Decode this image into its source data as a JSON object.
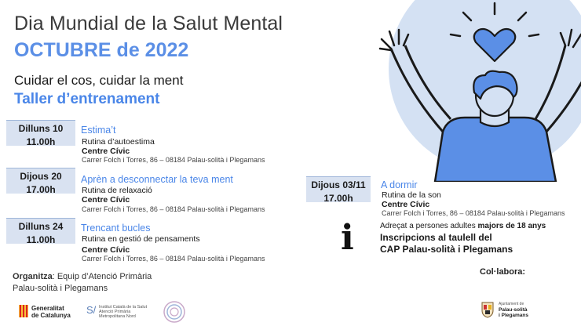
{
  "header": {
    "title": "Dia Mundial de la Salut Mental",
    "subtitle": "OCTUBRE de 2022",
    "tagline": "Cuidar el cos, cuidar la ment",
    "workshop": "Taller d’entrenament"
  },
  "events": [
    {
      "day": "Dilluns 10",
      "time": "11.00h",
      "title": "Estima’t",
      "activity": "Rutina d’autoestima",
      "place": "Centre Cívic",
      "address": "Carrer Folch i Torres, 86 – 08184 Palau-solità i Plegamans"
    },
    {
      "day": "Dijous 20",
      "time": "17.00h",
      "title": "Aprèn a desconnectar la teva ment",
      "activity": "Rutina de relaxació",
      "place": "Centre Cívic",
      "address": "Carrer Folch i Torres, 86 – 08184 Palau-solità i Plegamans"
    },
    {
      "day": "Dilluns 24",
      "time": "11.00h",
      "title": "Trencant bucles",
      "activity": "Rutina en gestió de pensaments",
      "place": "Centre Cívic",
      "address": "Carrer Folch i Torres, 86 – 08184 Palau-solità i Plegamans"
    },
    {
      "day": "Dijous 03/11",
      "time": "17.00h",
      "title": "A dormir",
      "activity": "Rutina de la son",
      "place": "Centre Cívic",
      "address": "Carrer Folch i Torres, 86 – 08184 Palau-solità i Plegamans"
    }
  ],
  "info": {
    "icon": "info-icon",
    "audience_prefix": "Adreçat a persones adultes ",
    "audience_bold": "majors de 18 anys",
    "line1": "Inscripcions al taulell del",
    "line2": "CAP Palau-solità i Plegamans"
  },
  "footer": {
    "organiza_label": "Organitza",
    "organiza_text": ": Equip d’Atenció Primària",
    "organiza_text2": "Palau-solità i Plegamans",
    "collabora": "Col·labora:",
    "logo_gencat_1": "Generalitat",
    "logo_gencat_2": "de Catalunya",
    "logo_ics_1": "Institut Català de la Salut",
    "logo_ics_2": "Atenció Primària",
    "logo_ics_3": "Metropolitana Nord",
    "logo_ajunt_1": "Ajuntament de",
    "logo_ajunt_2": "Palau-solità",
    "logo_ajunt_3": "i Plegamans"
  },
  "colors": {
    "accent": "#4a86e8",
    "subtitle": "#5b8fe6",
    "day_box": "#d9e2f1",
    "illustration_bg": "#d4e1f3",
    "figure_blue": "#5b8fe6"
  }
}
